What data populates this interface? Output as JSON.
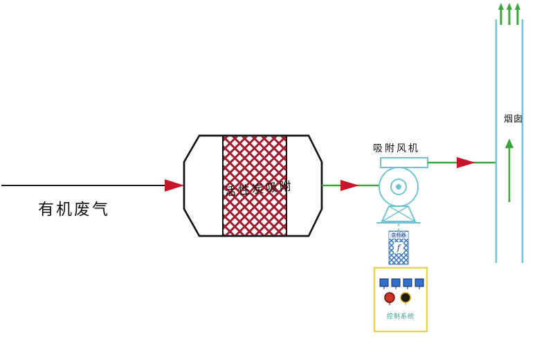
{
  "diagram": {
    "type": "process-flow",
    "labels": {
      "inlet": "有机废气",
      "adsorber": "活性炭吸附",
      "fan": "吸附风机",
      "stack": "烟囱",
      "inverter": "变频器",
      "inverter_symbol": "f",
      "control": "控制系统"
    },
    "flow_sequence": [
      "有机废气",
      "活性炭吸附",
      "吸附风机",
      "烟囱"
    ],
    "control_chain": [
      "吸附风机",
      "变频器",
      "控制系统"
    ],
    "colors": {
      "pipe_black": "#1a1a1a",
      "flow_green": "#3aa63a",
      "arrow_red": "#c9152c",
      "equipment_teal": "#6fc3d4",
      "carbon_hatch_red": "#a21c2e",
      "inverter_hatch_blue": "#3a7abf",
      "control_box_yellow": "#e8d44d",
      "indicator_blue": "#2f6fd0",
      "indicator_red": "#cc3322",
      "indicator_dark": "#1c1c1c",
      "control_text_teal": "#2e9e8e"
    }
  }
}
